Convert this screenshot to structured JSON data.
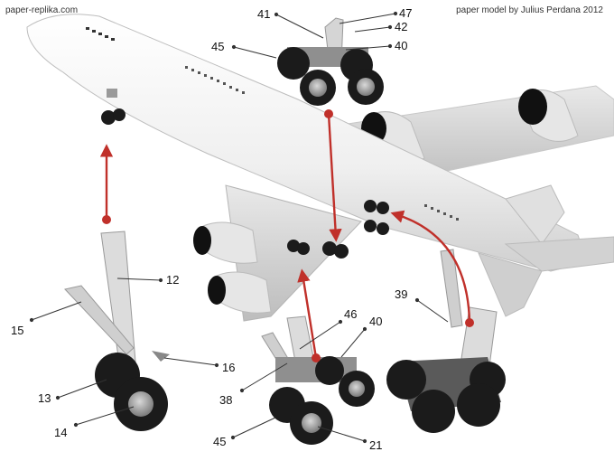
{
  "header": {
    "site": "paper-replika.com",
    "credit": "paper model by Julius Perdana 2012"
  },
  "callouts": {
    "n12": "12",
    "n13": "13",
    "n14": "14",
    "n15": "15",
    "n16": "16",
    "n21": "21",
    "n38": "38",
    "n39": "39",
    "n40a": "40",
    "n40b": "40",
    "n41": "41",
    "n42": "42",
    "n45a": "45",
    "n45b": "45",
    "n46": "46",
    "n47": "47"
  },
  "colors": {
    "arrow": "#c0302a",
    "airframe": "#f2f2f2",
    "tire": "#1b1b1b",
    "hub": "#a9a9a9"
  }
}
